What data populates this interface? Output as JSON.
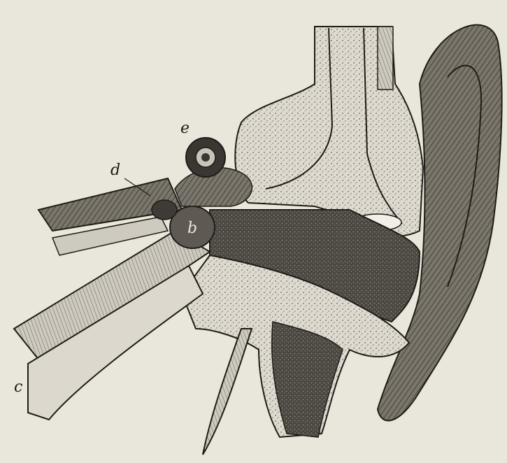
{
  "labels": {
    "a": "e",
    "b": "d",
    "c": "b",
    "d": "c"
  },
  "colors": {
    "paper": "#e9e6dc",
    "ink": "#1f1c18",
    "dark_tissue": "#4b4741",
    "mid_tissue": "#8d877c",
    "light_bone": "#dedad0"
  }
}
